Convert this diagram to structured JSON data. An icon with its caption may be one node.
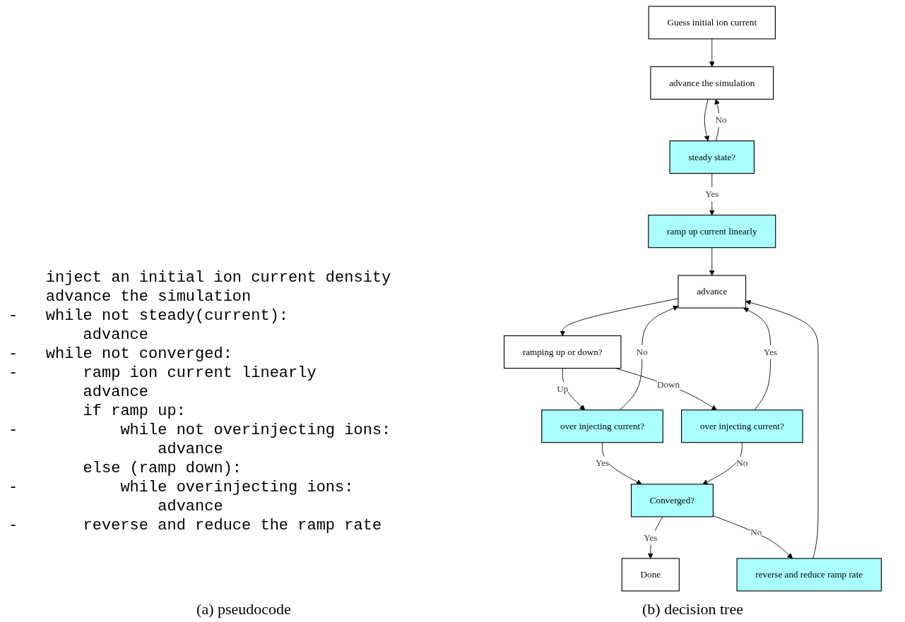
{
  "diagram": {
    "nodes": [
      {
        "text": [
          "Guess initial ion current"
        ]
      },
      {
        "text": [
          "advance the simulation"
        ]
      },
      {
        "text": [
          "steady state?"
        ]
      },
      {
        "text": [
          "ramp up current linearly"
        ]
      },
      {
        "text": [
          "advance"
        ]
      },
      {
        "text": [
          "ramping up or down?"
        ]
      },
      {
        "text": [
          "over injecting current?"
        ]
      },
      {
        "text": [
          "over injecting current?"
        ]
      },
      {
        "text": [
          "Converged?"
        ]
      },
      {
        "text": [
          "Done"
        ]
      },
      {
        "text": [
          "reverse and reduce ramp rate"
        ]
      }
    ],
    "edges": [
      {
        "from": 0,
        "to": 1,
        "arrow": "to"
      },
      {
        "from": 1,
        "to": 2,
        "arrow": "to"
      },
      {
        "from": 2,
        "to": 1,
        "arrow": "to",
        "label": "No"
      },
      {
        "from": 2,
        "to": 3,
        "arrow": "to",
        "label": "Yes"
      },
      {
        "from": 3,
        "to": 4,
        "arrow": "to"
      },
      {
        "from": 4,
        "to": 5,
        "arrow": "to"
      },
      {
        "from": 5,
        "to": 6,
        "arrow": "to",
        "label": "Up"
      },
      {
        "from": 5,
        "to": 7,
        "arrow": "to",
        "label": "Down"
      },
      {
        "from": 6,
        "to": 4,
        "arrow": "to",
        "label": "No"
      },
      {
        "from": 6,
        "to": 8,
        "arrow": "to",
        "label": "Yes"
      },
      {
        "from": 7,
        "to": 8,
        "arrow": "to",
        "label": "No"
      },
      {
        "from": 7,
        "to": 4,
        "arrow": "to",
        "label": "Yes"
      },
      {
        "from": 8,
        "to": 9,
        "arrow": "to",
        "label": "Yes"
      },
      {
        "from": 8,
        "to": 10,
        "arrow": "to",
        "label": "No"
      },
      {
        "from": 10,
        "to": 4,
        "arrow": "to"
      }
    ],
    "labels": [
      "inject an initial ion current density",
      "advance the simulation",
      "-",
      "while not steady(current):",
      "advance",
      "-",
      "while not converged:",
      "-",
      "ramp ion current linearly",
      "advance",
      "if ramp up:",
      "-",
      "while not overinjecting ions:",
      "advance",
      "else (ramp down):",
      "-",
      "while overinjecting ions:",
      "advance",
      "-",
      "reverse and reduce the ramp rate",
      "(a) pseudocode",
      "(b) decision tree"
    ]
  }
}
